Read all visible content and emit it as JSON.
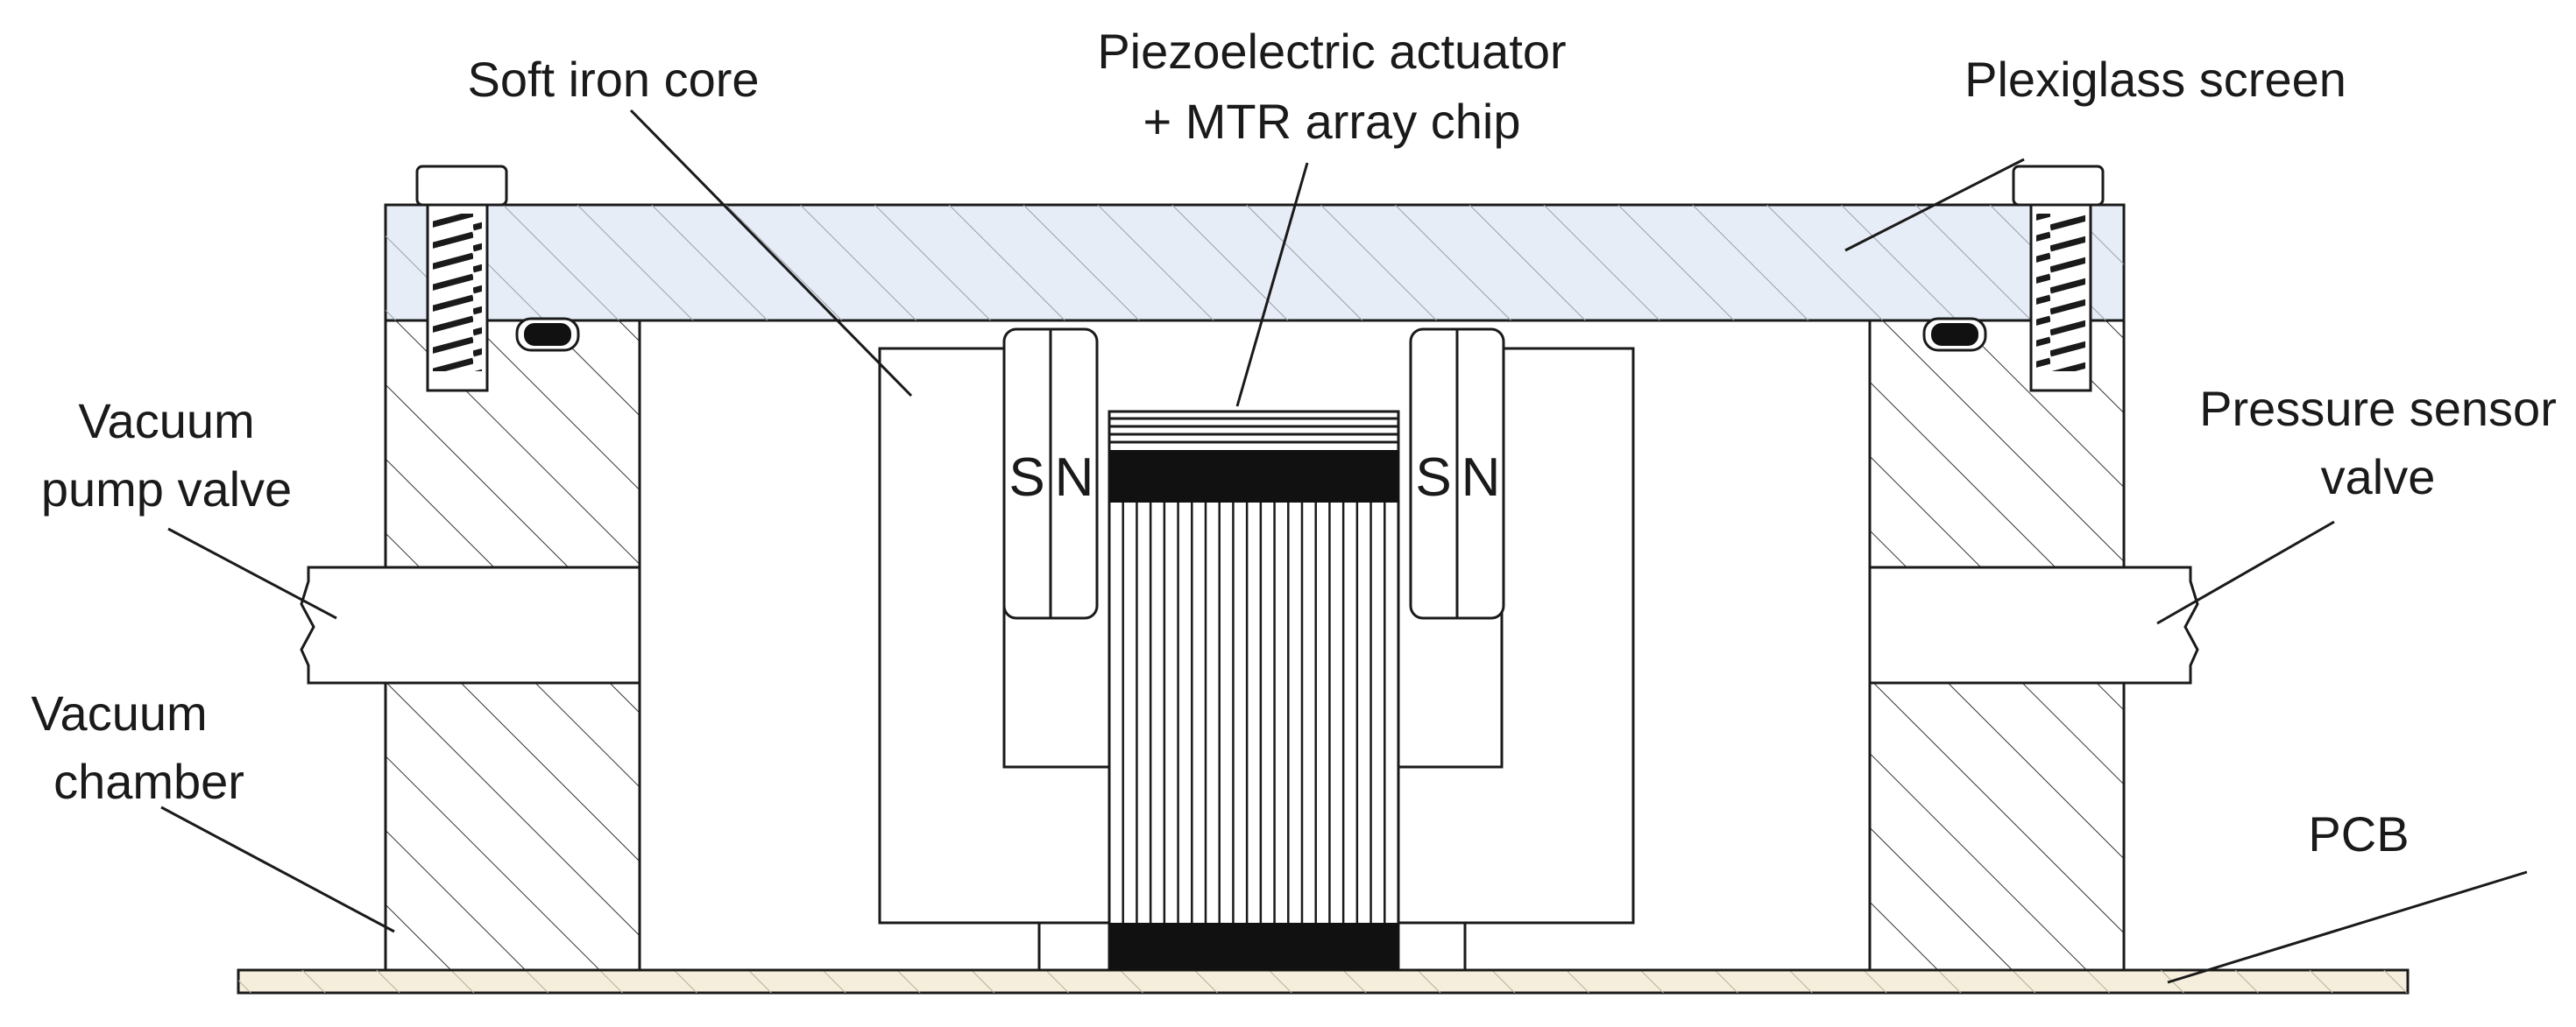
{
  "labels": {
    "soft_iron_core": "Soft iron core",
    "actuator_line1": "Piezoelectric actuator",
    "actuator_line2": "+ MTR array chip",
    "plexiglass_screen": "Plexiglass screen",
    "vacuum_pump_valve_line1": "Vacuum",
    "vacuum_pump_valve_line2": "pump valve",
    "pressure_sensor_valve_line1": "Pressure sensor",
    "pressure_sensor_valve_line2": "valve",
    "vacuum_chamber_line1": "Vacuum",
    "vacuum_chamber_line2": "chamber",
    "pcb": "PCB",
    "magnet_left_s": "S",
    "magnet_left_n": "N",
    "magnet_right_s": "S",
    "magnet_right_n": "N"
  },
  "colors": {
    "line": "#1a1a1a",
    "plexiglass_fill": "#e6edf6",
    "pcb_fill": "#f6eedd",
    "background": "#ffffff",
    "electrode_fill": "#111111"
  }
}
